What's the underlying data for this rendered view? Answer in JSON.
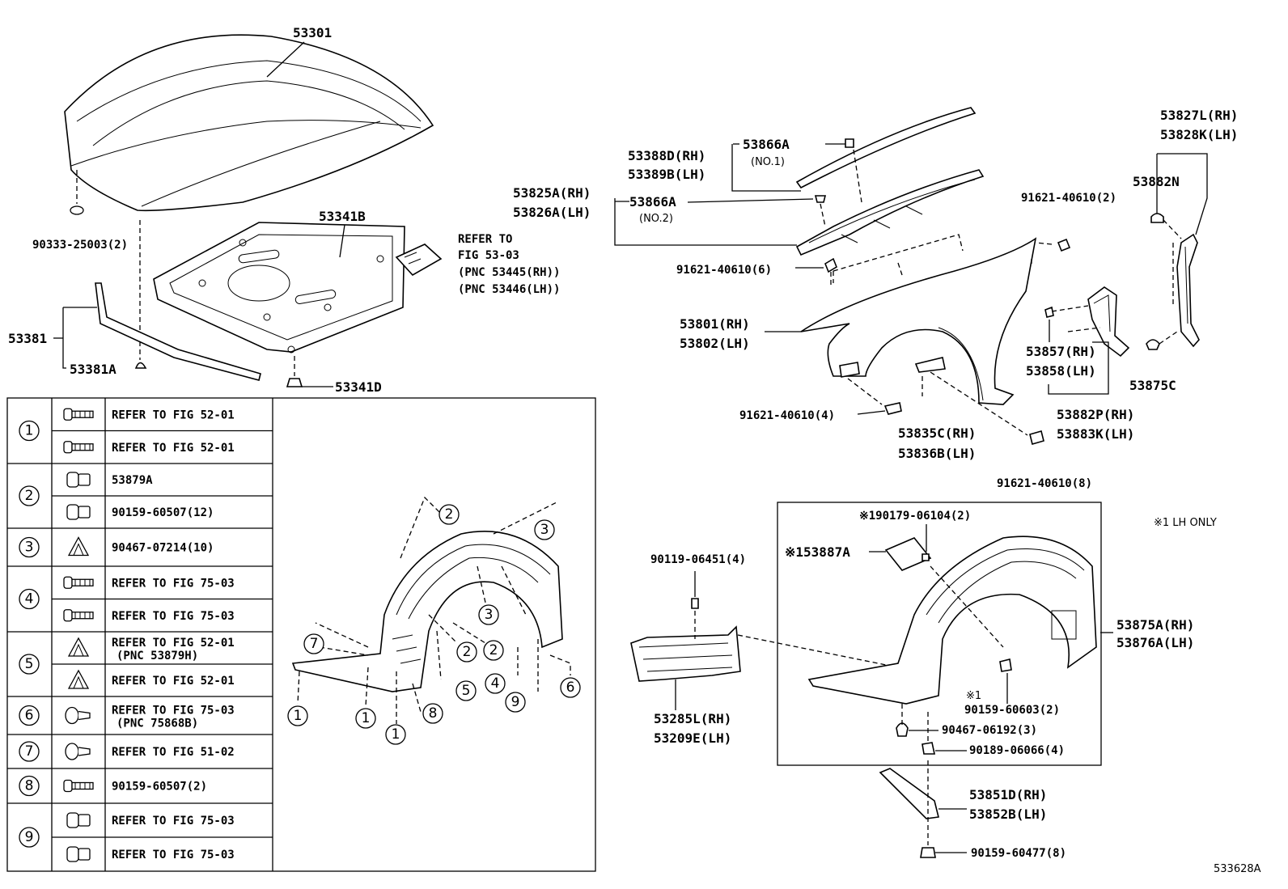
{
  "hood": {
    "label": "53301",
    "hole_plug": "90333-25003(2)",
    "insulator": "53341B",
    "insulator_clip": "53341D",
    "seal": "53381",
    "seal_clip": "53381A",
    "refer_1": "REFER TO",
    "refer_2": "FIG 53-03",
    "refer_3": "(PNC 53445(RH))",
    "refer_4": "(PNC 53446(LH))"
  },
  "cowl": {
    "rh_ext": "53388D(RH)",
    "lh_ext": "53389B(LH)",
    "seal1": "53866A",
    "seal1_sub": "(NO.1)",
    "seal2": "53866A",
    "seal2_sub": "(NO.2)",
    "panel_rh": "53825A(RH)",
    "panel_lh": "53826A(LH)"
  },
  "fender": {
    "bolt_top": "91621-40610(2)",
    "bolt_left": "91621-40610(6)",
    "rh": "53801(RH)",
    "lh": "53802(LH)",
    "bolt_bottom_left": "91621-40610(4)",
    "bracket_rh": "53835C(RH)",
    "bracket_lh": "53836B(LH)",
    "bolt_bottom_right": "91621-40610(8)",
    "protector_rh": "53857(RH)",
    "protector_lh": "53858(LH)",
    "p_rh": "53882P(RH)",
    "p_lh": "53883K(LH)",
    "seal_rh": "53827L(RH)",
    "seal_lh": "53828K(LH)",
    "clip_n": "53882N",
    "clip_c": "53875C"
  },
  "liner": {
    "lh_only": "※1 LH ONLY",
    "bolt_top": "90119-06451(4)",
    "screw_note": "※190179-06104(2)",
    "cover": "※153887A",
    "splash_rh": "53285L(RH)",
    "splash_lh": "53209E(LH)",
    "liner_rh": "53875A(RH)",
    "liner_lh": "53876A(LH)",
    "screw_mark": "※1",
    "screw": "90159-60603(2)",
    "clip": "90467-06192(3)",
    "nut": "90189-06066(4)",
    "bracket_rh": "53851D(RH)",
    "bracket_lh": "53852B(LH)",
    "bolt_bottom": "90159-60477(8)"
  },
  "fastener_table": [
    {
      "num": "1",
      "rows": [
        "REFER TO FIG 52-01",
        "REFER TO FIG 52-01"
      ]
    },
    {
      "num": "2",
      "rows": [
        "53879A",
        "90159-60507(12)"
      ]
    },
    {
      "num": "3",
      "rows": [
        "90467-07214(10)"
      ]
    },
    {
      "num": "4",
      "rows": [
        "REFER TO FIG 75-03",
        "REFER TO FIG 75-03"
      ]
    },
    {
      "num": "5",
      "rows": [
        "REFER TO FIG 52-01\n(PNC 53879H)",
        "REFER TO FIG 52-01"
      ]
    },
    {
      "num": "6",
      "rows": [
        "REFER TO FIG 75-03\n(PNC 75868B)"
      ]
    },
    {
      "num": "7",
      "rows": [
        "REFER TO FIG 51-02"
      ]
    },
    {
      "num": "8",
      "rows": [
        "90159-60507(2)"
      ]
    },
    {
      "num": "9",
      "rows": [
        "REFER TO FIG 75-03",
        "REFER TO FIG 75-03"
      ]
    }
  ],
  "callouts": [
    "1",
    "2",
    "3",
    "4",
    "5",
    "6",
    "7",
    "8",
    "9"
  ],
  "footer": {
    "code": "533628A"
  }
}
